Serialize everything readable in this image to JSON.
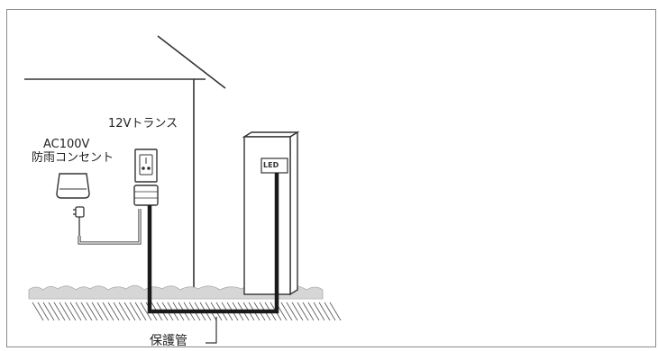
{
  "labels": {
    "transformer": "12Vトランス",
    "outlet_line1": "AC100V",
    "outlet_line2": "防雨コンセント",
    "pipe": "保護管",
    "fixture_badge": "LED"
  },
  "colors": {
    "line": "#333333",
    "cable": "#1a1a1a",
    "frame": "#8a8a8a",
    "grass": "#bdbdbd"
  }
}
